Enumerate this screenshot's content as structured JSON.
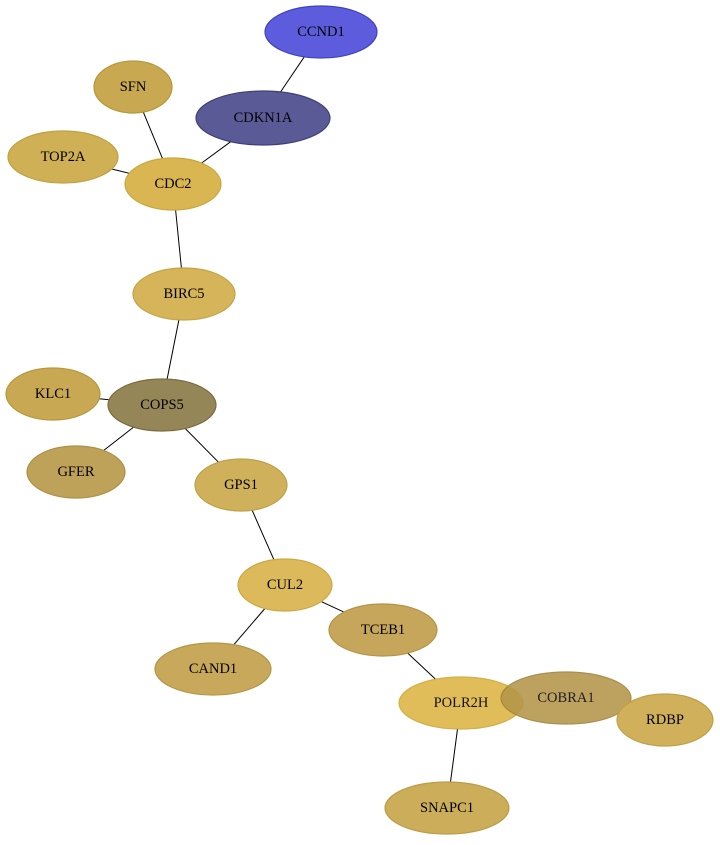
{
  "nodes": [
    {
      "id": "CCND1",
      "label": "CCND1",
      "fill": "#5c5cdc",
      "stroke": "#4040c0",
      "opacity": 1.0
    },
    {
      "id": "CDKN1A",
      "label": "CDKN1A",
      "fill": "#5a5a96",
      "stroke": "#3f3f78",
      "opacity": 1.0
    },
    {
      "id": "SFN",
      "label": "SFN",
      "fill": "#c8a850",
      "stroke": "#b89838",
      "opacity": 1.0
    },
    {
      "id": "TOP2A",
      "label": "TOP2A",
      "fill": "#d0b055",
      "stroke": "#c0a040",
      "opacity": 1.0
    },
    {
      "id": "CDC2",
      "label": "CDC2",
      "fill": "#dab652",
      "stroke": "#caa63c",
      "opacity": 1.0
    },
    {
      "id": "BIRC5",
      "label": "BIRC5",
      "fill": "#d6b55a",
      "stroke": "#c6a442",
      "opacity": 1.0
    },
    {
      "id": "KLC1",
      "label": "KLC1",
      "fill": "#c8a852",
      "stroke": "#b8983a",
      "opacity": 1.0
    },
    {
      "id": "COPS5",
      "label": "COPS5",
      "fill": "#958658",
      "stroke": "#7a6c40",
      "opacity": 1.0
    },
    {
      "id": "GFER",
      "label": "GFER",
      "fill": "#bfa25a",
      "stroke": "#ad9042",
      "opacity": 1.0
    },
    {
      "id": "GPS1",
      "label": "GPS1",
      "fill": "#cfb15c",
      "stroke": "#bfa046",
      "opacity": 1.0
    },
    {
      "id": "CUL2",
      "label": "CUL2",
      "fill": "#dcb95a",
      "stroke": "#cca844",
      "opacity": 1.0
    },
    {
      "id": "TCEB1",
      "label": "TCEB1",
      "fill": "#c6a65a",
      "stroke": "#b49444",
      "opacity": 1.0
    },
    {
      "id": "CAND1",
      "label": "CAND1",
      "fill": "#c8a85a",
      "stroke": "#b69644",
      "opacity": 1.0
    },
    {
      "id": "POLR2H",
      "label": "POLR2H",
      "fill": "#deb84a",
      "stroke": "#ceaa36",
      "opacity": 0.92
    },
    {
      "id": "COBRA1",
      "label": "COBRA1",
      "fill": "#b4964a",
      "stroke": "#9c8036",
      "opacity": 0.88
    },
    {
      "id": "RDBP",
      "label": "RDBP",
      "fill": "#d0b05a",
      "stroke": "#c0a044",
      "opacity": 1.0
    },
    {
      "id": "SNAPC1",
      "label": "SNAPC1",
      "fill": "#ccad5a",
      "stroke": "#bc9c44",
      "opacity": 1.0
    }
  ],
  "edges": [
    {
      "source": "CCND1",
      "target": "CDKN1A"
    },
    {
      "source": "CDKN1A",
      "target": "CDC2"
    },
    {
      "source": "SFN",
      "target": "CDC2"
    },
    {
      "source": "TOP2A",
      "target": "CDC2"
    },
    {
      "source": "CDC2",
      "target": "BIRC5"
    },
    {
      "source": "BIRC5",
      "target": "COPS5"
    },
    {
      "source": "KLC1",
      "target": "COPS5"
    },
    {
      "source": "COPS5",
      "target": "GFER"
    },
    {
      "source": "COPS5",
      "target": "GPS1"
    },
    {
      "source": "GPS1",
      "target": "CUL2"
    },
    {
      "source": "CUL2",
      "target": "CAND1"
    },
    {
      "source": "CUL2",
      "target": "TCEB1"
    },
    {
      "source": "TCEB1",
      "target": "POLR2H"
    },
    {
      "source": "POLR2H",
      "target": "SNAPC1"
    }
  ]
}
